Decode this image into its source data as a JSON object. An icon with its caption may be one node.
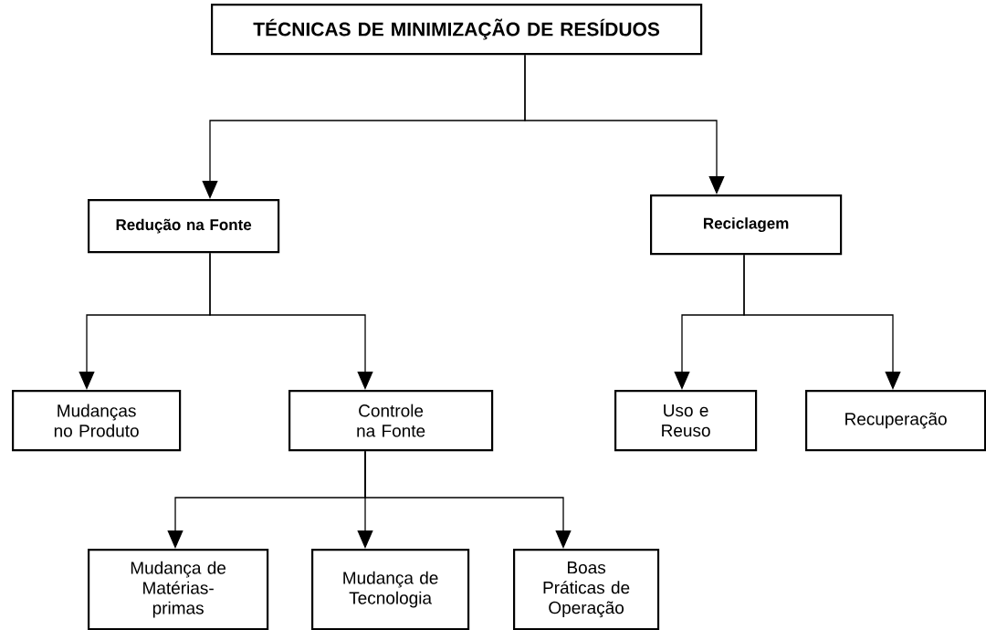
{
  "diagram": {
    "nodes": [
      {
        "text": [
          "TÉCNICAS DE MINIMIZAÇÃO DE RESÍDUOS"
        ]
      },
      {
        "text": [
          "Redução na Fonte"
        ]
      },
      {
        "text": [
          "Reciclagem"
        ]
      },
      {
        "text": [
          "Mudanças no Produto"
        ]
      },
      {
        "text": [
          "Controle na Fonte"
        ]
      },
      {
        "text": [
          "Uso e Reuso"
        ]
      },
      {
        "text": [
          "Recuperação"
        ]
      },
      {
        "text": [
          "Mudança de Matérias-primas"
        ]
      },
      {
        "text": [
          "Mudança de Tecnologia"
        ]
      },
      {
        "text": [
          "Boas Práticas de Operação"
        ]
      }
    ],
    "edges": [
      {
        "from": 0,
        "to": 1,
        "arrow": "to"
      },
      {
        "from": 0,
        "to": 2,
        "arrow": "to"
      },
      {
        "from": 1,
        "to": 3,
        "arrow": "to"
      },
      {
        "from": 1,
        "to": 4,
        "arrow": "to"
      },
      {
        "from": 2,
        "to": 5,
        "arrow": "to"
      },
      {
        "from": 2,
        "to": 6,
        "arrow": "to"
      },
      {
        "from": 4,
        "to": 7,
        "arrow": "to"
      },
      {
        "from": 4,
        "to": 8,
        "arrow": "to"
      },
      {
        "from": 4,
        "to": 9,
        "arrow": "to"
      }
    ]
  }
}
